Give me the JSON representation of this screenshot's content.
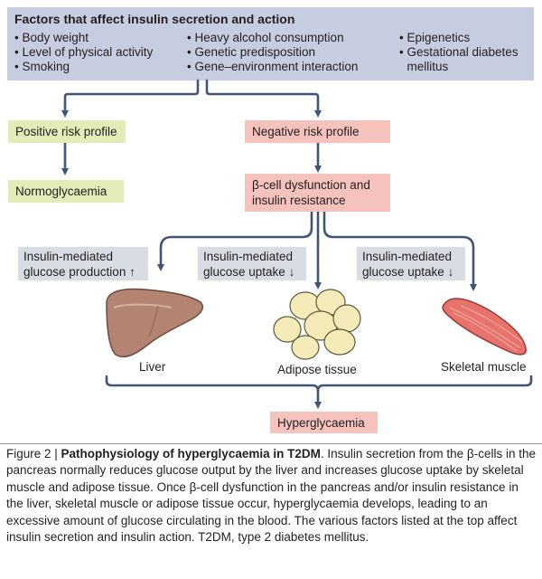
{
  "factors": {
    "title": "Factors that affect insulin secretion and action",
    "col1": [
      "Body weight",
      "Level of physical activity",
      "Smoking"
    ],
    "col2": [
      "Heavy alcohol consumption",
      "Genetic predisposition",
      "Gene–environment interaction"
    ],
    "col3": [
      "Epigenetics",
      "Gestational diabetes",
      "mellitus"
    ]
  },
  "boxes": {
    "positive": "Positive risk profile",
    "negative": "Negative risk profile",
    "normo": "Normoglycaemia",
    "dysfunction_line1": "β-cell dysfunction and",
    "dysfunction_line2": "insulin resistance",
    "hyper": "Hyperglycaemia"
  },
  "effects": {
    "liver_line1": "Insulin-mediated",
    "liver_line2": "glucose production ↑",
    "adipose_line1": "Insulin-mediated",
    "adipose_line2": "glucose uptake ↓",
    "muscle_line1": "Insulin-mediated",
    "muscle_line2": "glucose uptake ↓"
  },
  "organs": {
    "liver": "Liver",
    "adipose": "Adipose tissue",
    "muscle": "Skeletal muscle"
  },
  "caption": {
    "label": "Figure 2 | ",
    "title": "Pathophysiology of hyperglycaemia in T2DM",
    "body": ". Insulin secretion from the β-cells in the pancreas normally reduces glucose output by the liver and increases glucose uptake by skeletal muscle and adipose tissue. Once β-cell dysfunction in the pancreas and/or insulin resistance in the liver, skeletal muscle or adipose tissue occur, hyperglycaemia develops, leading to an excessive amount of glucose circulating in the blood. The various factors listed at the top affect insulin secretion and insulin action. T2DM, type 2 diabetes mellitus."
  },
  "colors": {
    "arrow": "#3e5577",
    "factors_bg": "#c6cde0",
    "positive_bg": "#e3ebb7",
    "negative_bg": "#f6c2bd",
    "effect_bg": "#d8dde4"
  },
  "icons": [
    "liver-icon",
    "adipose-cells-icon",
    "skeletal-muscle-icon"
  ]
}
